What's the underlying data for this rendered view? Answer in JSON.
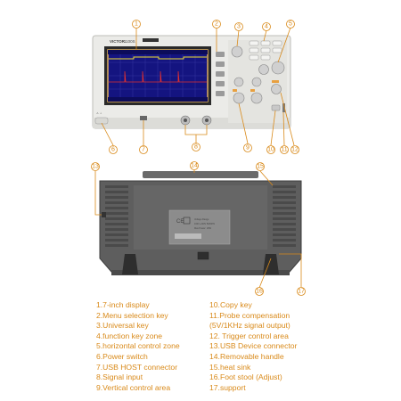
{
  "device": {
    "brand": "VICTOR",
    "model": "1100S",
    "back_label_title": "Voltage Range",
    "back_label_line1": "100V~240V  50/60Hz",
    "back_label_line2": "Max Power:  18W"
  },
  "callouts": {
    "c1": "1",
    "c2": "2",
    "c3": "3",
    "c4": "4",
    "c5": "5",
    "c6": "6",
    "c7": "7",
    "c8": "8",
    "c9": "9",
    "c10": "10",
    "c11": "11",
    "c12": "12",
    "c13": "13",
    "c14": "14",
    "c15": "15",
    "c16": "16",
    "c17": "17"
  },
  "legend_left": [
    "1.7-inch display",
    "2.Menu selection key",
    "3.Universal key",
    "4.function key zone",
    "5.horizontal control zone",
    "6.Power switch",
    "7.USB HOST connector",
    "8.Signal input",
    "9.Vertical control area"
  ],
  "legend_right": [
    "10.Copy key",
    "11.Probe compensation",
    "(5V/1KHz signal output)",
    "12. Trigger control area",
    "13.USB Device connector",
    "14.Removable handle",
    "15.heat sink",
    "16.Foot stool (Adjust)",
    "17.support"
  ],
  "colors": {
    "accent": "#d98a1a",
    "screen_bg": "#1a1a8c",
    "screen_border": "#e0b060",
    "panel_body": "#e9e9e6",
    "back_body": "#5a5a5a"
  }
}
